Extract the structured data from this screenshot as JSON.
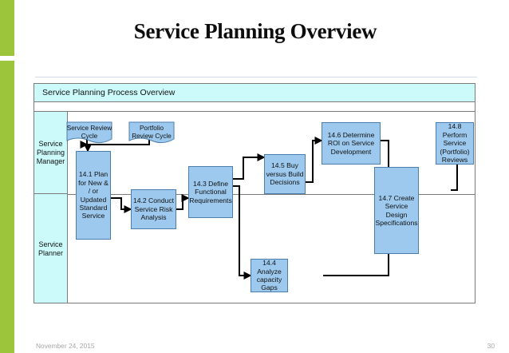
{
  "slide": {
    "title": "Service Planning Overview",
    "page_number": "30",
    "date": "November 24, 2015",
    "accent_color": "#9CC53C"
  },
  "diagram": {
    "header": "Service Planning Process Overview",
    "lane_fill": "#CCFAFA",
    "box_fill": "#9DC9EE",
    "box_stroke": "#4b7eac",
    "lanes": [
      {
        "id": "lane-service-planning-manager",
        "label": "Service Planning Manager"
      },
      {
        "id": "lane-service-planner",
        "label": "Service Planner"
      }
    ],
    "inputs": [
      {
        "id": "service-review-cycle",
        "label": "Service Review Cycle"
      },
      {
        "id": "portfolio-review-cycle",
        "label": "Portfolio Review Cycle"
      }
    ],
    "steps": [
      {
        "id": "step-14-1",
        "number": "14.1",
        "label": "Plan for New & / or Updated Standard Service"
      },
      {
        "id": "step-14-2",
        "number": "14.2",
        "label": "Conduct Service Risk Analysis"
      },
      {
        "id": "step-14-3",
        "number": "14.3",
        "label": "Define Functional Requirements"
      },
      {
        "id": "step-14-4",
        "number": "14.4",
        "label": "Analyze capacity Gaps"
      },
      {
        "id": "step-14-5",
        "number": "14.5",
        "label": "Buy versus Build Decisions"
      },
      {
        "id": "step-14-6",
        "number": "14.6",
        "label": "Determine ROI on Service Development"
      },
      {
        "id": "step-14-7",
        "number": "14.7",
        "label": "Create Service Design Specifications"
      },
      {
        "id": "step-14-8",
        "number": "14.8",
        "label": "Perform Service (Portfolio) Reviews"
      }
    ]
  }
}
